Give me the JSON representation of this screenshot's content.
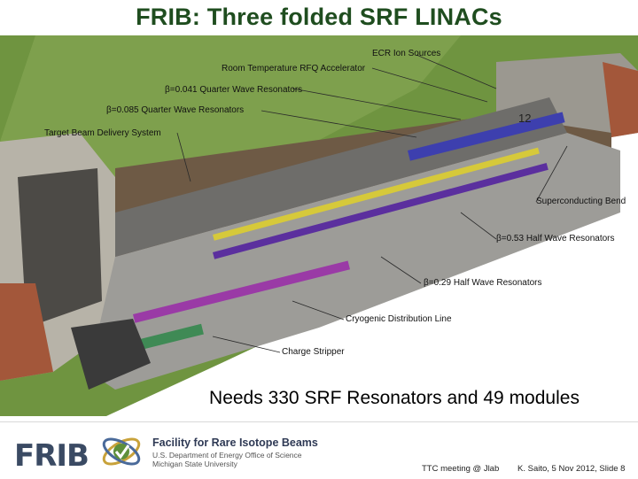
{
  "header": {
    "title": "FRIB: Three folded SRF LINACs"
  },
  "diagram": {
    "labels": [
      "ECR Ion Sources",
      "Room Temperature RFQ Accelerator",
      "β=0.041 Quarter Wave Resonators",
      "β=0.085 Quarter Wave Resonators",
      "Target Beam Delivery System",
      "Superconducting Bend",
      "β=0.53 Half Wave Resonators",
      "β=0.29 Half Wave Resonators",
      "Cryogenic Distribution Line",
      "Charge Stripper"
    ],
    "marker": "12"
  },
  "caption": "Needs 330 SRF Resonators and 49 modules",
  "footer": {
    "logo_text": "FRIB",
    "org_name": "Facility for Rare Isotope Beams",
    "org_line1": "U.S. Department of Energy Office of Science",
    "org_line2": "Michigan State University",
    "meeting": "TTC meeting @ Jlab",
    "author": "K. Saito, 5 Nov 2012,  Slide 8"
  },
  "colors": {
    "title": "#1f4d1f",
    "grass": "#6f9440",
    "concrete": "#8a8a86",
    "cryomodule_blue": "#3d3fae",
    "cryomodule_purple": "#8a3a9a",
    "cryomodule_yellow": "#d6c93a"
  }
}
